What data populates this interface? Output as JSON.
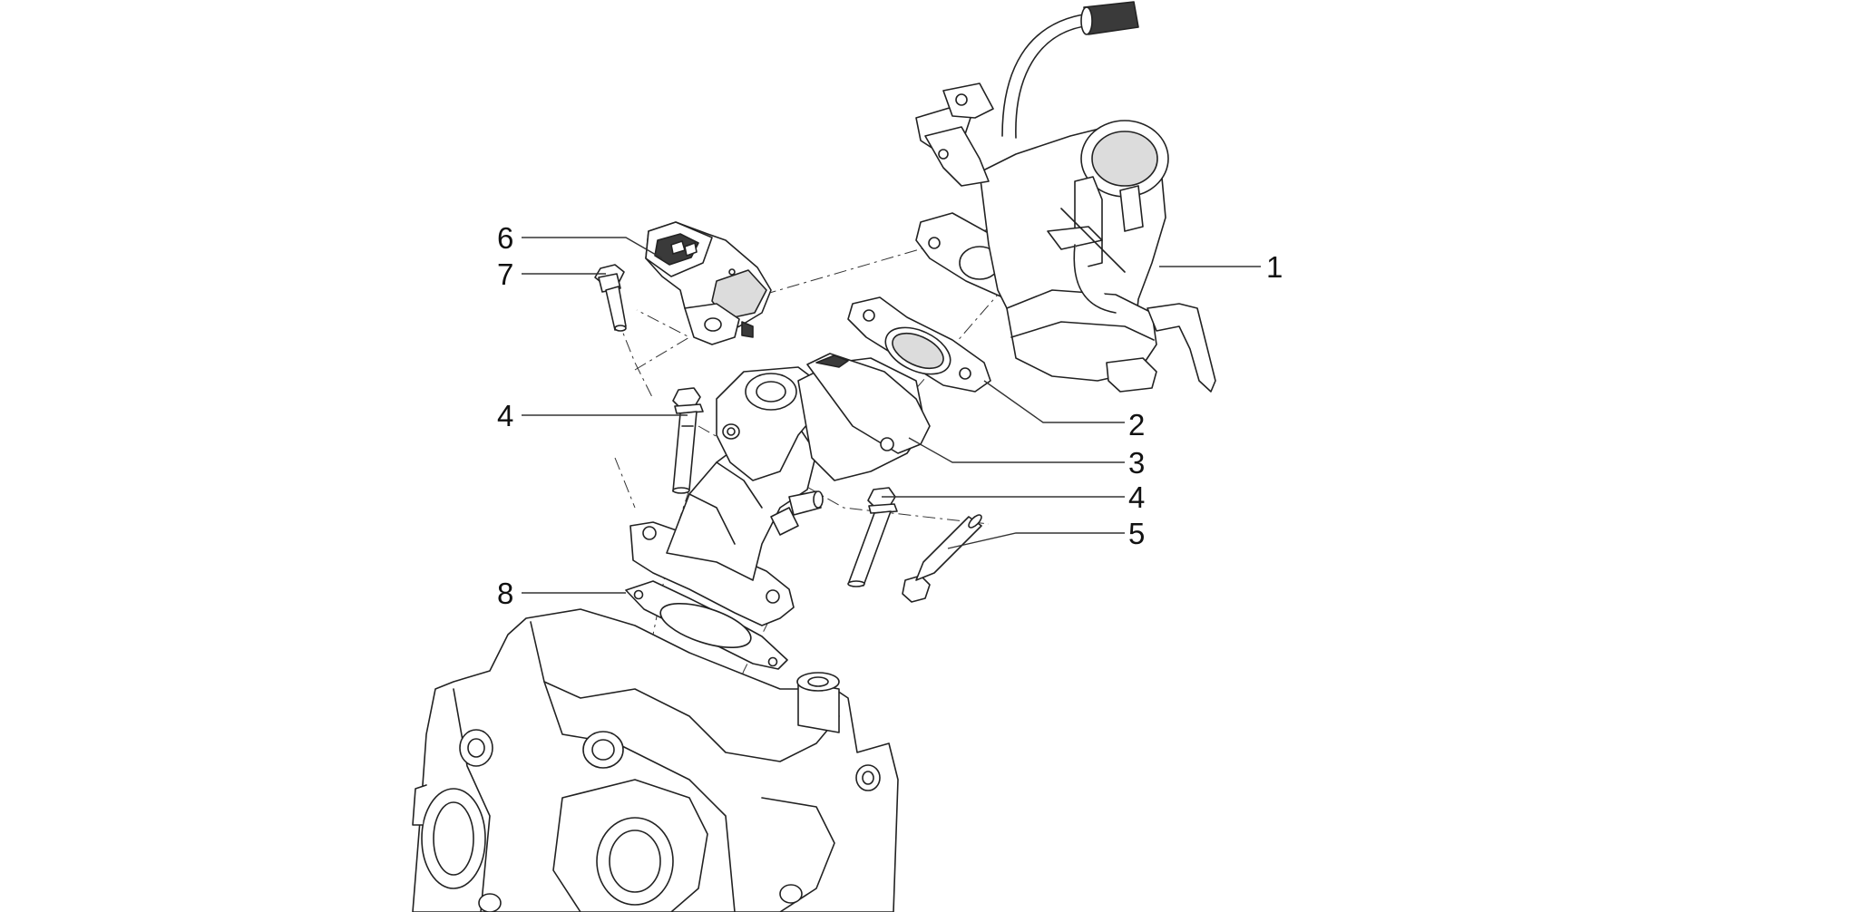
{
  "diagram": {
    "callouts": [
      {
        "id": "1",
        "label": "1"
      },
      {
        "id": "2",
        "label": "2"
      },
      {
        "id": "3",
        "label": "3"
      },
      {
        "id": "4a",
        "label": "4"
      },
      {
        "id": "4b",
        "label": "4"
      },
      {
        "id": "5",
        "label": "5"
      },
      {
        "id": "6",
        "label": "6"
      },
      {
        "id": "7",
        "label": "7"
      },
      {
        "id": "8",
        "label": "8"
      }
    ]
  }
}
